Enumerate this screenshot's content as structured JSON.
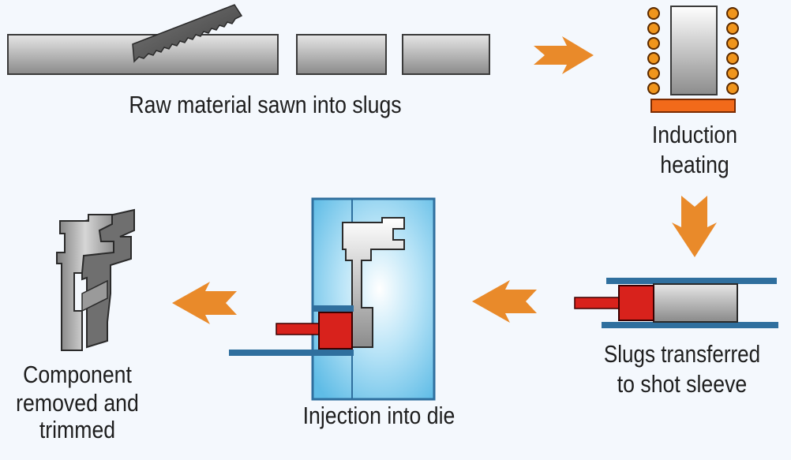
{
  "steps": {
    "sawing": "Raw material sawn into slugs",
    "heating_line1": "Induction",
    "heating_line2": "heating",
    "transfer_line1": "Slugs transferred",
    "transfer_line2": "to shot sleeve",
    "injection": "Injection into die",
    "removal_line1": "Component",
    "removal_line2": "removed and",
    "removal_line3": "trimmed"
  },
  "colors": {
    "background": "#f4f8fd",
    "arrow": "#e98a2a",
    "slug": "#a9a9a9",
    "coil": "#f0951c",
    "plunger": "#d8221c",
    "sleeve": "#2f6f9e",
    "die": "#5fbce6"
  }
}
